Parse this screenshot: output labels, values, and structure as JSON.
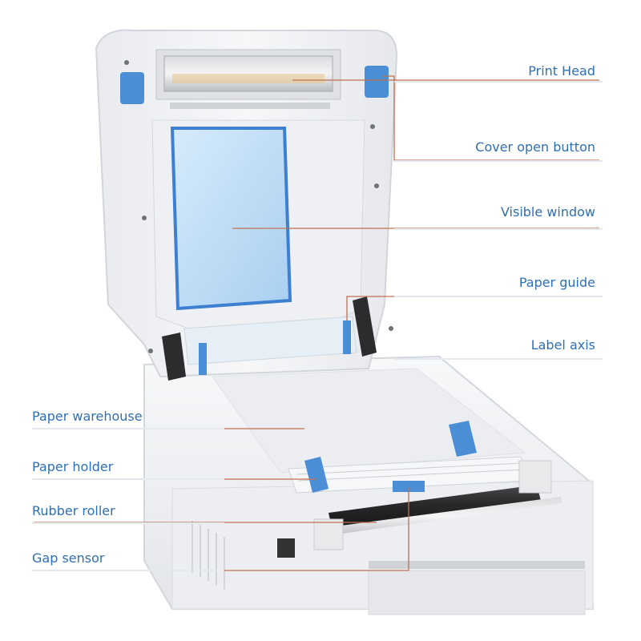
{
  "diagram": {
    "subject": "thermal label printer with cover open",
    "colors": {
      "label_text": "#2f6fb3",
      "leader_line": "#c0714f",
      "printer_body": "#f1f2f4",
      "accent_blue": "#4a8fd6",
      "window": "#b9d9f3"
    },
    "labels_right": [
      {
        "id": "print-head",
        "text": "Print Head"
      },
      {
        "id": "cover-open-button",
        "text": "Cover open button"
      },
      {
        "id": "visible-window",
        "text": "Visible window"
      },
      {
        "id": "paper-guide",
        "text": "Paper guide"
      },
      {
        "id": "label-axis",
        "text": "Label axis"
      }
    ],
    "labels_left": [
      {
        "id": "paper-warehouse",
        "text": "Paper warehouse"
      },
      {
        "id": "paper-holder",
        "text": "Paper holder"
      },
      {
        "id": "rubber-roller",
        "text": "Rubber roller"
      },
      {
        "id": "gap-sensor",
        "text": "Gap sensor"
      }
    ]
  }
}
